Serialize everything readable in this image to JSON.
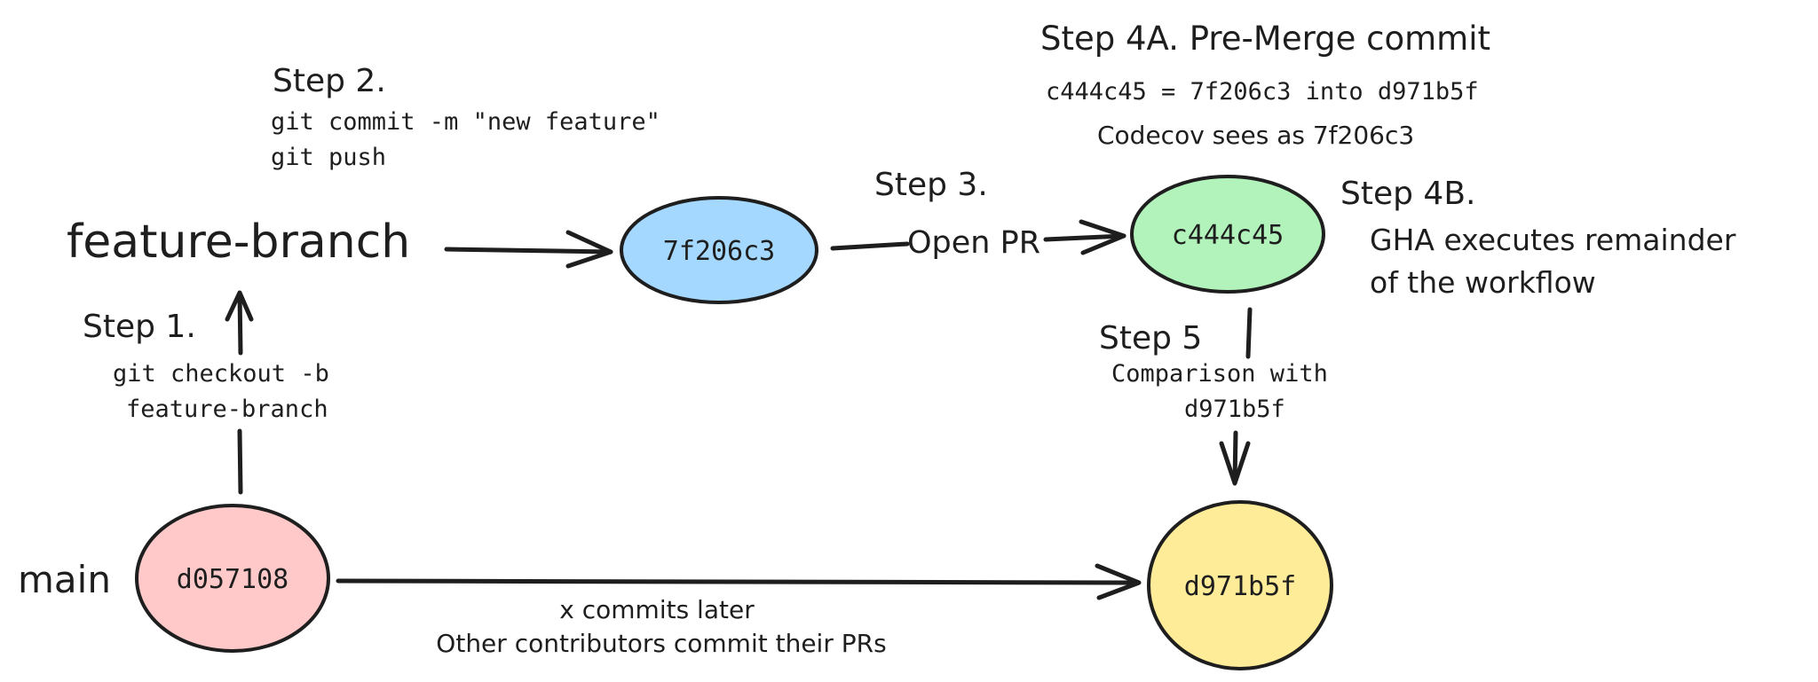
{
  "branches": {
    "feature": "feature-branch",
    "main": "main"
  },
  "commits": {
    "main_base": {
      "label": "d057108",
      "color": "#ffc9c9"
    },
    "feature": {
      "label": "7f206c3",
      "color": "#a5d8ff"
    },
    "pre_merge": {
      "label": "c444c45",
      "color": "#b2f2bb"
    },
    "main_head": {
      "label": "d971b5f",
      "color": "#ffec99"
    }
  },
  "steps": {
    "step1": {
      "title": "Step 1.",
      "line1": "git checkout -b",
      "line2": "feature-branch"
    },
    "step2": {
      "title": "Step 2.",
      "line1": "git commit -m \"new feature\"",
      "line2": "git push"
    },
    "step3": {
      "title": "Step 3.",
      "action": "Open PR"
    },
    "step4a": {
      "title": "Step 4A. Pre-Merge commit",
      "line1": "c444c45 = 7f206c3 into d971b5f",
      "line2": "Codecov sees as 7f206c3"
    },
    "step4b": {
      "title": "Step 4B.",
      "line1": "GHA executes remainder",
      "line2": "of the workflow"
    },
    "step5": {
      "title": "Step 5",
      "line1": "Comparison with",
      "line2": "d971b5f"
    }
  },
  "main_line": {
    "line1": "x commits later",
    "line2": "Other contributors commit their PRs"
  }
}
